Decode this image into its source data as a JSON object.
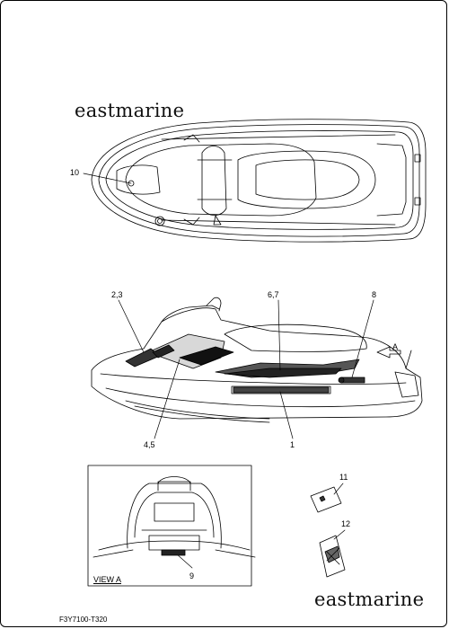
{
  "watermarks": {
    "top": "eastmarine",
    "bottom": "eastmarine"
  },
  "callouts": {
    "c10": "10",
    "c23": "2,3",
    "c67": "6,7",
    "c8": "8",
    "cA": "A",
    "c45": "4,5",
    "c1": "1",
    "c11": "11",
    "c12": "12",
    "c9": "9"
  },
  "view_label": "VIEW A",
  "diagram_code": "F3Y7100-T320"
}
